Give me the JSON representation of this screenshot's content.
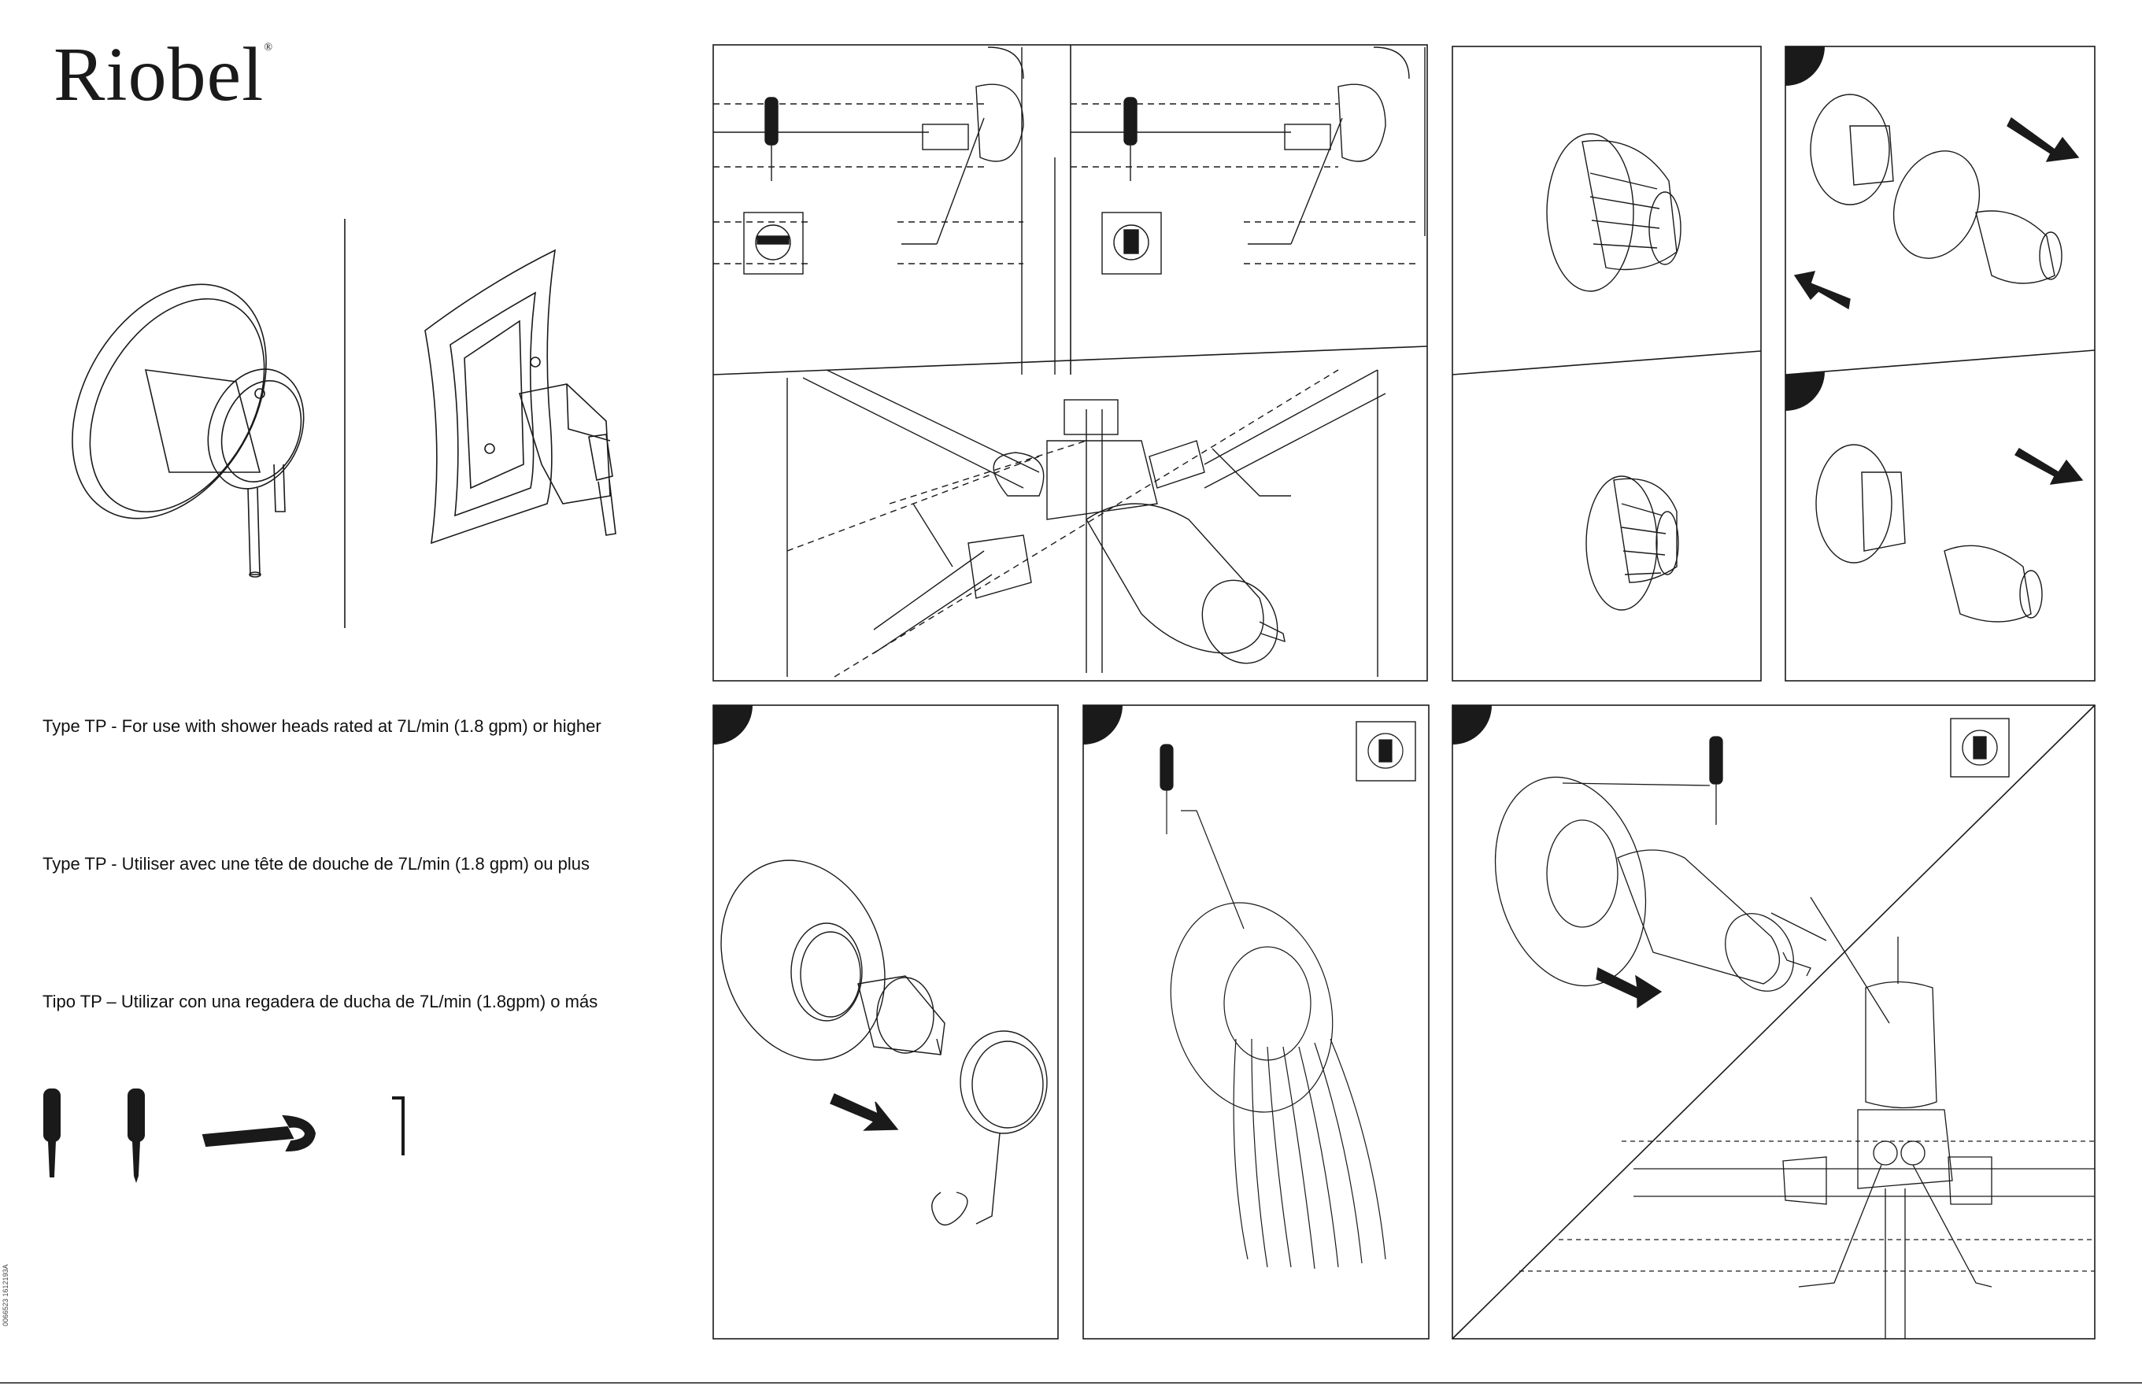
{
  "brand": {
    "name": "Riobel",
    "mark": "®"
  },
  "instructions": {
    "en": "Type TP - For use with shower heads rated at 7L/min (1.8 gpm) or higher",
    "fr": "Type TP - Utiliser avec une tête de douche de 7L/min (1.8 gpm) ou plus",
    "es": "Tipo TP – Utilizar con una regadera de ducha de 7L/min (1.8gpm) o más"
  },
  "footer": {
    "doc_code": "0066523 1612193A"
  },
  "tools": [
    "screwdriver-flat-icon",
    "screwdriver-phillips-icon",
    "adjustable-wrench-icon",
    "hex-key-icon"
  ],
  "colors": {
    "ink": "#1a1a1a",
    "paper": "#ffffff"
  }
}
